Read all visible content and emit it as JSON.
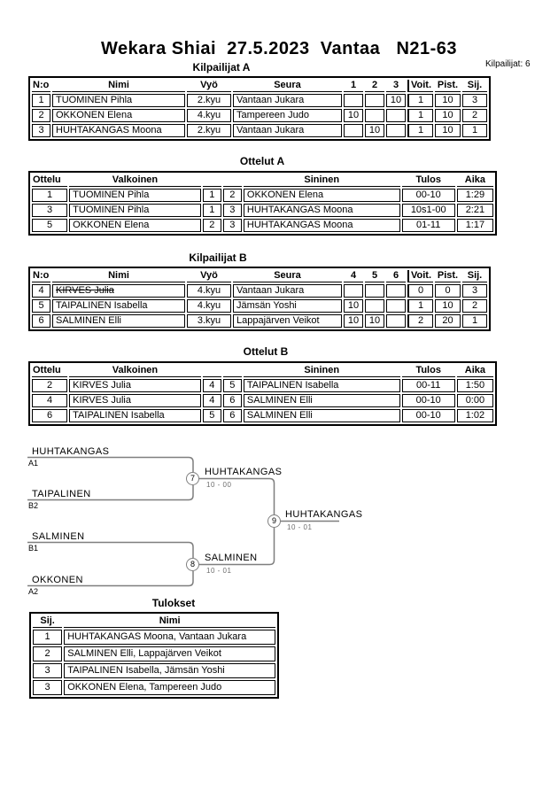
{
  "page": {
    "title": "Wekara Shiai  27.5.2023  Vantaa   N21-63",
    "competitors_count": "Kilpailijat: 6"
  },
  "tables": {
    "kilpailijat_a": {
      "title": "Kilpailijat A",
      "columns": [
        "N:o",
        "Nimi",
        "Vyö",
        "Seura",
        "1",
        "2",
        "3",
        "Voit.",
        "Pist.",
        "Sij."
      ],
      "rows": [
        {
          "no": "1",
          "nimi": "TUOMINEN Pihla",
          "vyo": "2.kyu",
          "seura": "Vantaan Jukara",
          "m1": "",
          "m2": "",
          "m3": "10",
          "voit": "1",
          "pist": "10",
          "sij": "3"
        },
        {
          "no": "2",
          "nimi": "OKKONEN Elena",
          "vyo": "4.kyu",
          "seura": "Tampereen Judo",
          "m1": "10",
          "m2": "",
          "m3": "",
          "voit": "1",
          "pist": "10",
          "sij": "2"
        },
        {
          "no": "3",
          "nimi": "HUHTAKANGAS Moona",
          "vyo": "2.kyu",
          "seura": "Vantaan Jukara",
          "m1": "",
          "m2": "10",
          "m3": "",
          "voit": "1",
          "pist": "10",
          "sij": "1"
        }
      ]
    },
    "ottelut_a": {
      "title": "Ottelut A",
      "columns": [
        "Ottelu",
        "Valkoinen",
        "Sininen",
        "Tulos",
        "Aika"
      ],
      "rows": [
        {
          "ottelu": "1",
          "valkoinen": "TUOMINEN Pihla",
          "wno": "1",
          "sno": "2",
          "sininen": "OKKONEN Elena",
          "tulos": "00-10",
          "aika": "1:29"
        },
        {
          "ottelu": "3",
          "valkoinen": "TUOMINEN Pihla",
          "wno": "1",
          "sno": "3",
          "sininen": "HUHTAKANGAS Moona",
          "tulos": "10s1-00",
          "aika": "2:21"
        },
        {
          "ottelu": "5",
          "valkoinen": "OKKONEN Elena",
          "wno": "2",
          "sno": "3",
          "sininen": "HUHTAKANGAS Moona",
          "tulos": "01-11",
          "aika": "1:17"
        }
      ]
    },
    "kilpailijat_b": {
      "title": "Kilpailijat B",
      "columns": [
        "N:o",
        "Nimi",
        "Vyö",
        "Seura",
        "4",
        "5",
        "6",
        "Voit.",
        "Pist.",
        "Sij."
      ],
      "rows": [
        {
          "no": "4",
          "nimi": "KIRVES Julia",
          "vyo": "4.kyu",
          "seura": "Vantaan Jukara",
          "m1": "",
          "m2": "",
          "m3": "",
          "voit": "0",
          "pist": "0",
          "sij": "3",
          "withdrawn": true
        },
        {
          "no": "5",
          "nimi": "TAIPALINEN Isabella",
          "vyo": "4.kyu",
          "seura": "Jämsän Yoshi",
          "m1": "10",
          "m2": "",
          "m3": "",
          "voit": "1",
          "pist": "10",
          "sij": "2"
        },
        {
          "no": "6",
          "nimi": "SALMINEN Elli",
          "vyo": "3.kyu",
          "seura": "Lappajärven Veikot",
          "m1": "10",
          "m2": "10",
          "m3": "",
          "voit": "2",
          "pist": "20",
          "sij": "1"
        }
      ]
    },
    "ottelut_b": {
      "title": "Ottelut B",
      "columns": [
        "Ottelu",
        "Valkoinen",
        "Sininen",
        "Tulos",
        "Aika"
      ],
      "rows": [
        {
          "ottelu": "2",
          "valkoinen": "KIRVES Julia",
          "wno": "4",
          "sno": "5",
          "sininen": "TAIPALINEN Isabella",
          "tulos": "00-11",
          "aika": "1:50"
        },
        {
          "ottelu": "4",
          "valkoinen": "KIRVES Julia",
          "wno": "4",
          "sno": "6",
          "sininen": "SALMINEN Elli",
          "tulos": "00-10",
          "aika": "0:00"
        },
        {
          "ottelu": "6",
          "valkoinen": "TAIPALINEN Isabella",
          "wno": "5",
          "sno": "6",
          "sininen": "SALMINEN Elli",
          "tulos": "00-10",
          "aika": "1:02"
        }
      ]
    },
    "tulokset": {
      "title": "Tulokset",
      "columns": [
        "Sij.",
        "Nimi"
      ],
      "rows": [
        {
          "sij": "1",
          "nimi": "HUHTAKANGAS Moona, Vantaan Jukara"
        },
        {
          "sij": "2",
          "nimi": "SALMINEN Elli, Lappajärven Veikot"
        },
        {
          "sij": "3",
          "nimi": "TAIPALINEN Isabella, Jämsän Yoshi"
        },
        {
          "sij": "3",
          "nimi": "OKKONEN Elena, Tampereen Judo"
        }
      ]
    }
  },
  "bracket": {
    "seeds": [
      {
        "name": "HUHTAKANGAS",
        "seed": "A1"
      },
      {
        "name": "TAIPALINEN",
        "seed": "B2"
      },
      {
        "name": "SALMINEN",
        "seed": "B1"
      },
      {
        "name": "OKKONEN",
        "seed": "A2"
      }
    ],
    "matches": [
      {
        "number": "7",
        "winner": "HUHTAKANGAS",
        "score": "10 - 00"
      },
      {
        "number": "8",
        "winner": "SALMINEN",
        "score": "10 - 01"
      },
      {
        "number": "9",
        "winner": "HUHTAKANGAS",
        "score": "10 - 01"
      }
    ]
  },
  "colors": {
    "text": "#000000",
    "table_border": "#000000",
    "bracket_line": "#7f7f7f",
    "bracket_score_text": "#6e6e6e"
  }
}
